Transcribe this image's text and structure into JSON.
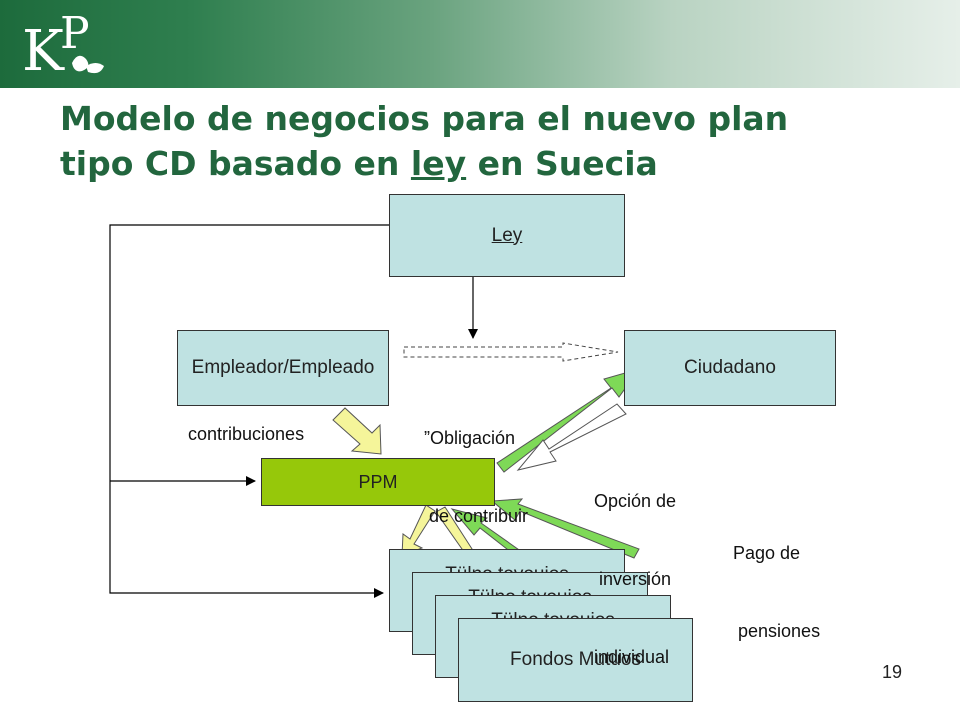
{
  "slide": {
    "title_line1": "Modelo de negocios para el nuevo plan",
    "title_line2_pre": "tipo CD basado en ",
    "title_line2_underlined": "ley",
    "title_line2_post": " en Suecia",
    "page_number": "19"
  },
  "diagram": {
    "nodes": {
      "ley": "Ley",
      "empleador": "Empleador/Empleado",
      "ciudadano": "Ciudadano",
      "ppm": "PPM",
      "fund_back1": "Tülno tovouios",
      "fund_back2": "Tülno tovouios",
      "fund_back3": "Tülno tovouios",
      "fund_front": "Fondos Mutuos"
    },
    "labels": {
      "obligacion_line1": "”Obligación",
      "obligacion_line2": " de contribuir",
      "contribuciones": "contribuciones",
      "opcion_line1": "Opción de",
      "opcion_line2": " inversión",
      "opcion_line3": "individual",
      "pago_line1": "Pago de",
      "pago_line2": " pensiones"
    }
  },
  "colors": {
    "header_dark": "#1d6b3c",
    "title_green": "#22663e",
    "box_fill": "#bfe2e2",
    "ppm_fill": "#96c80a",
    "arrow_yellow": "#f5f59a",
    "arrow_green": "#7ed957"
  }
}
